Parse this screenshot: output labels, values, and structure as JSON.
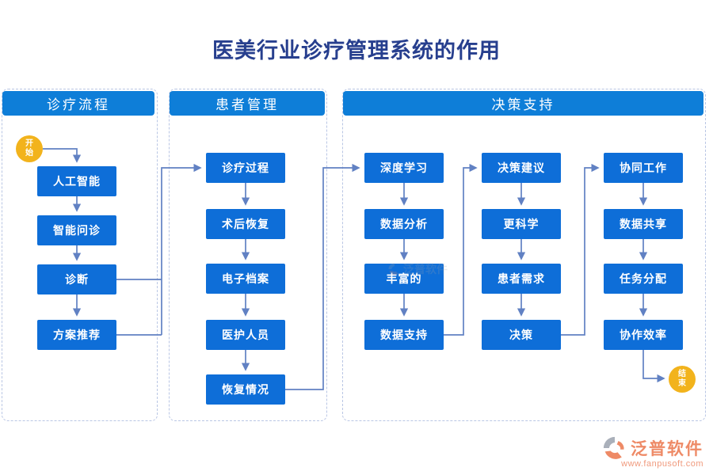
{
  "title": "医美行业诊疗管理系统的作用",
  "terminals": {
    "start": "开始",
    "end": "结束"
  },
  "sections": [
    {
      "header": "诊疗流程",
      "nodes": [
        "人工智能",
        "智能问诊",
        "诊断",
        "方案推荐"
      ]
    },
    {
      "header": "患者管理",
      "nodes": [
        "诊疗过程",
        "术后恢复",
        "电子档案",
        "医护人员",
        "恢复情况"
      ]
    },
    {
      "header": "决策支持",
      "columns": [
        {
          "nodes": [
            "深度学习",
            "数据分析",
            "丰富的",
            "数据支持"
          ]
        },
        {
          "nodes": [
            "决策建议",
            "更科学",
            "患者需求",
            "决策"
          ]
        },
        {
          "nodes": [
            "协同工作",
            "数据共享",
            "任务分配",
            "协作效率"
          ]
        }
      ]
    }
  ],
  "branding": {
    "name": "泛普软件",
    "url": "www.fanpusoft.com"
  },
  "watermark_text": "泛普软件",
  "colors": {
    "node_blue": "#0e6ed8",
    "header_blue": "#0e7ed8",
    "terminal_yellow": "#f2b31c",
    "connector_blue": "#6181c3",
    "dashed_border": "#b9c6e4",
    "title_text": "#273f8e",
    "brand_coral": "#ee8a66"
  }
}
